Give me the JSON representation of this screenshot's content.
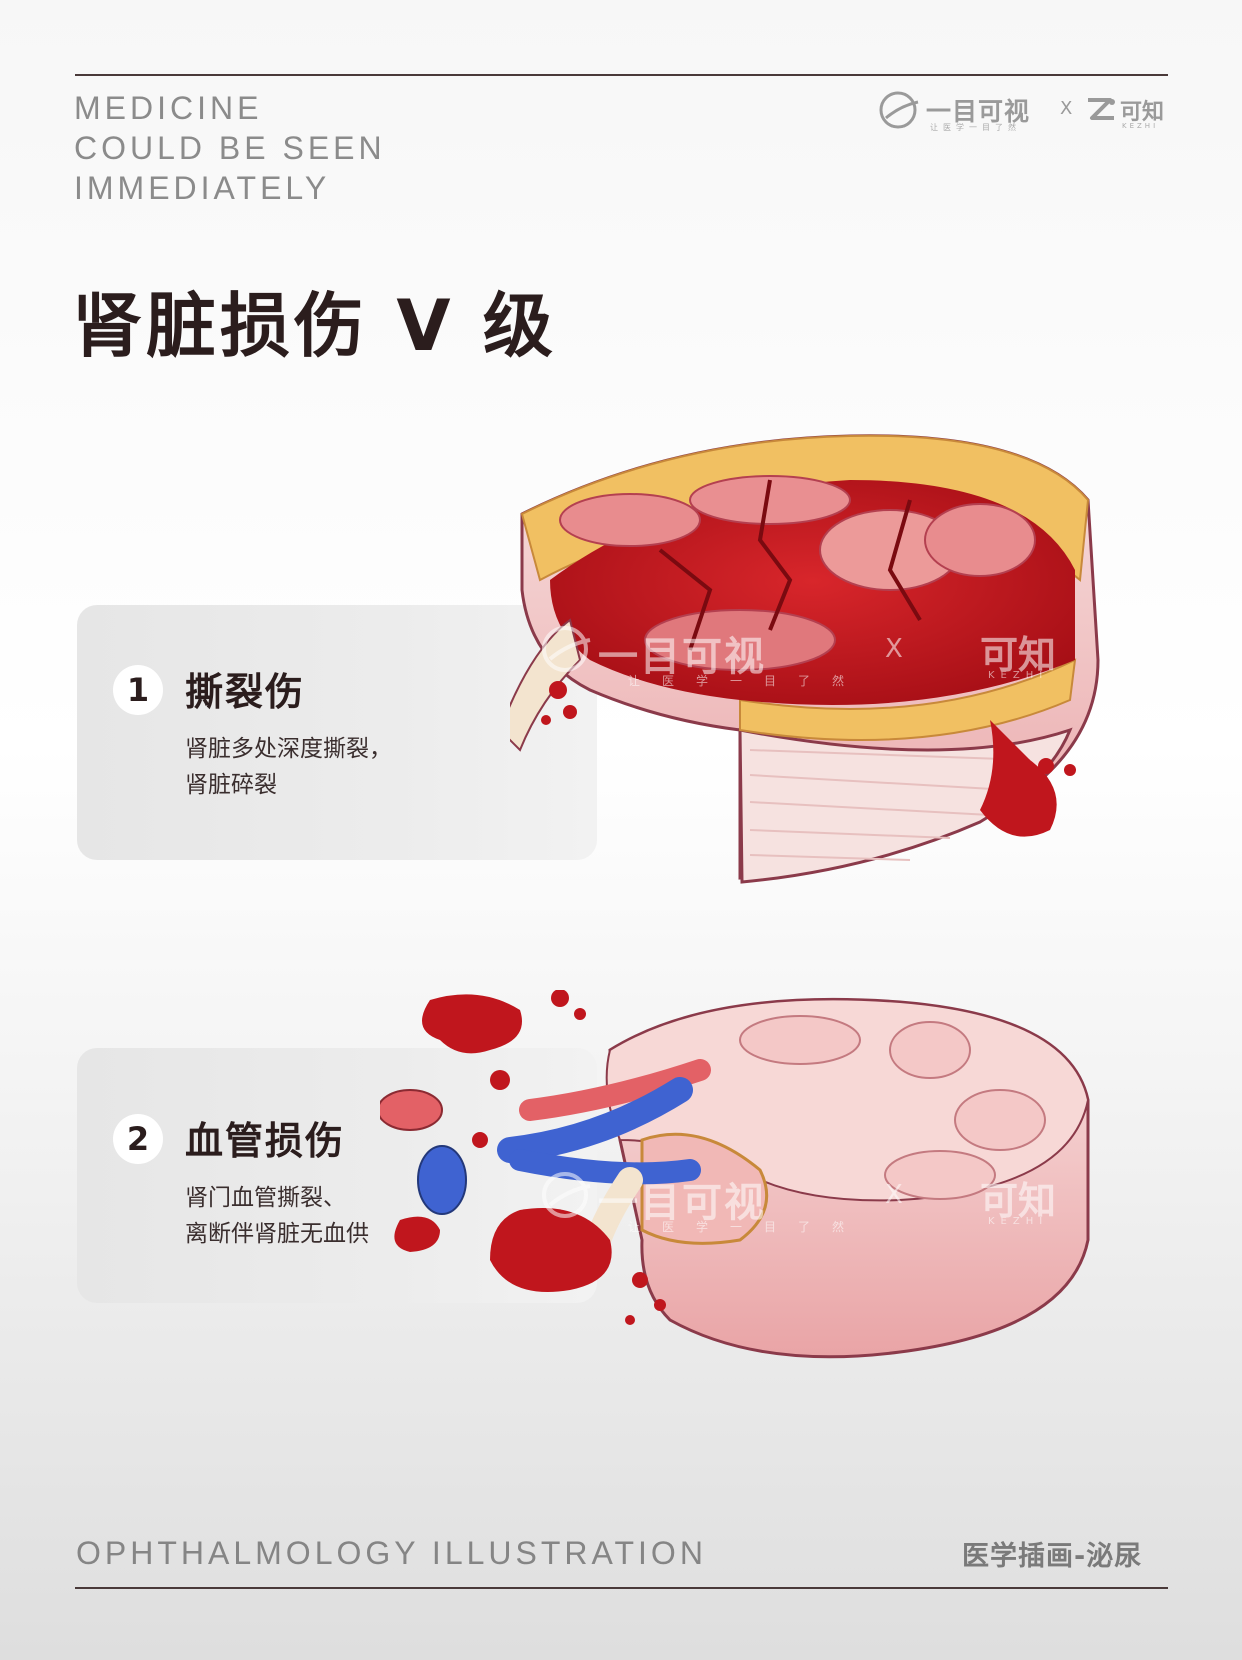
{
  "header": {
    "tagline": [
      "MEDICINE",
      "COULD BE SEEN",
      "IMMEDIATELY"
    ],
    "brand": {
      "name_a": "一目可视",
      "name_a_sub": "让医学一目了然",
      "x": "X",
      "name_b": "可知",
      "name_b_sub": "KEZHI"
    }
  },
  "title": "肾脏损伤 V 级",
  "cards": [
    {
      "number": "1",
      "title": "撕裂伤",
      "desc_lines": [
        "肾脏多处深度撕裂，",
        "肾脏碎裂"
      ]
    },
    {
      "number": "2",
      "title": "血管损伤",
      "desc_lines": [
        "肾门血管撕裂、",
        "离断伴肾脏无血供"
      ]
    }
  ],
  "watermark": {
    "text": "一目可视",
    "x": "X",
    "brand_b": "可知",
    "sub": "让医学一目了然",
    "sub_b": "KEZHI"
  },
  "footer": {
    "left": "OPHTHALMOLOGY ILLUSTRATION",
    "right": "医学插画-泌尿"
  },
  "colors": {
    "blood": "#c0161d",
    "tissue": "#e88c8e",
    "fat": "#f3c25a",
    "vein": "#3f63d1",
    "text_gray": "#8b8b8b"
  }
}
